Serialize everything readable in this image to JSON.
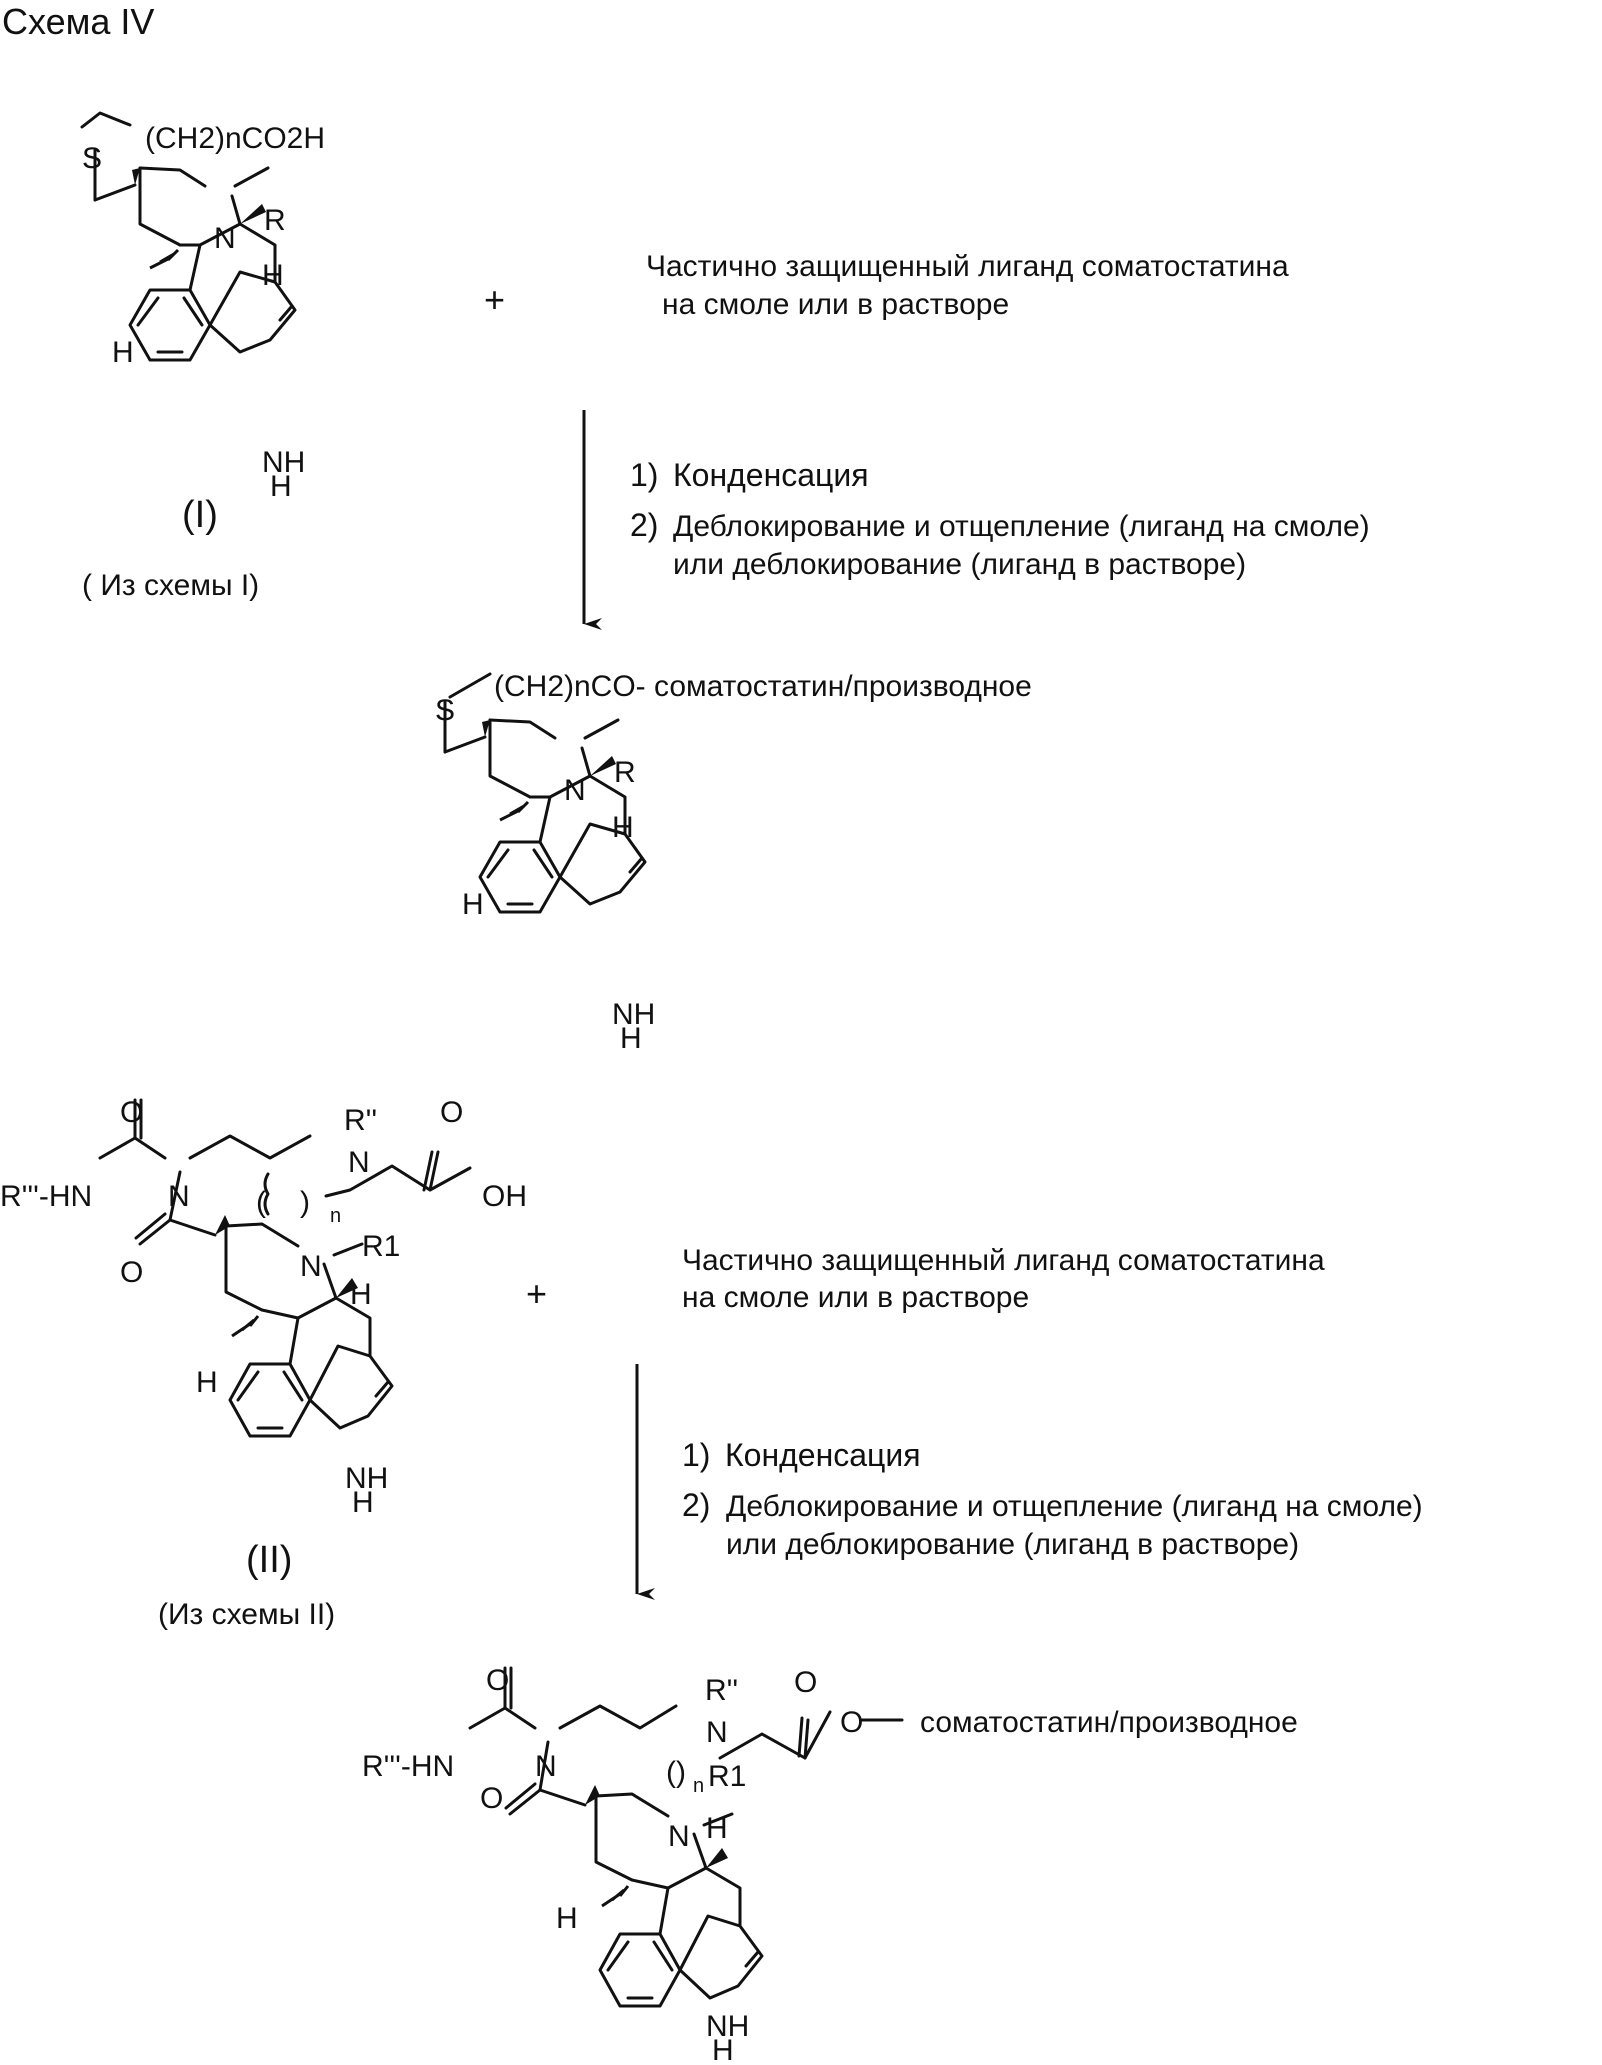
{
  "title": "Схема IV",
  "sections": [
    {
      "reactant": {
        "side_chain": "(CH2)nCO2H",
        "s_atom": "S",
        "n_atom": "N",
        "n_substituent": "R",
        "h_atom": "H",
        "nh_label": "NH",
        "nh_h": "H",
        "label": "(I)",
        "source": "( Из схемы I)"
      },
      "plus": "+",
      "reagent_line1": "Частично защищенный лиганд соматостатина",
      "reagent_line2": "на смоле или в растворе",
      "step1_num": "1)",
      "step1_text": "Конденсация",
      "step2_num": "2)",
      "step2_line1": "Деблокирование и отщепление (лиганд на смоле)",
      "step2_line2": "или деблокирование (лиганд в растворе)",
      "product": {
        "side_chain": "(CH2)nCO- соматостатин/производное",
        "s_atom": "S",
        "n_atom": "N",
        "n_substituent": "R",
        "h_atom": "H"
      }
    },
    {
      "reactant": {
        "r_group": "R'''-HN",
        "rpp": "R''",
        "n_atom": "N",
        "n_sub": "n",
        "oh": "OH",
        "o_atom": "O",
        "n_substituent": "R1",
        "h_atom": "H",
        "label": "(II)",
        "source": "(Из схемы II)"
      },
      "plus": "+",
      "reagent_line1": "Частично защищенный лиганд соматостатина",
      "reagent_line2": "на смоле или в растворе",
      "step1_num": "1)",
      "step1_text": "Конденсация",
      "step2_num": "2)",
      "step2_line1": "Деблокирование и отщепление (лиганд на смоле)",
      "step2_line2": "или деблокирование (лиганд в растворе)",
      "product": {
        "r_group": "R'''-HN",
        "rpp": "R''",
        "tail": "соматостатин/производное",
        "o_atom": "O",
        "n_substituent": "R1"
      }
    }
  ]
}
